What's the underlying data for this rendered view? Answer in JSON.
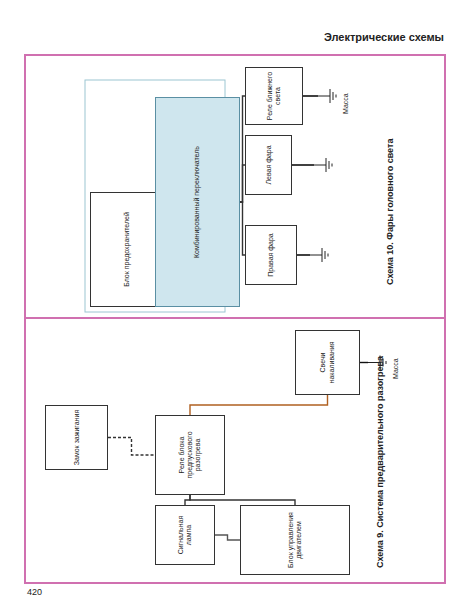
{
  "diagram": {
    "title": "Электрические схемы",
    "nodes": [
      {
        "text": [
          "Схема 10. Фары головного света"
        ]
      },
      {
        "text": [
          "Блок предохранителей"
        ],
        "in": 0
      },
      {
        "text": [
          "Комбинированный переключатель"
        ],
        "in": 0
      },
      {
        "text": [
          "Левая фара"
        ],
        "in": 0
      },
      {
        "text": [
          "Правая фара"
        ],
        "in": 0
      },
      {
        "text": [
          "Реле ближнего света"
        ],
        "in": 0
      },
      {
        "text": [
          "Схема 9. Система предварительного разогрева"
        ]
      },
      {
        "text": [
          "Замок зажигания"
        ],
        "in": 6
      },
      {
        "text": [
          "Реле блока предпускового разогрева"
        ],
        "in": 6
      },
      {
        "text": [
          "Сигнальная лампа"
        ],
        "in": 6
      },
      {
        "text": [
          "Свечи накаливания"
        ],
        "in": 6
      },
      {
        "text": [
          "Блок управления двигателем"
        ],
        "in": 6
      }
    ],
    "edges": [
      {
        "from": 1,
        "to": 2,
        "arrow": "none"
      },
      {
        "from": 2,
        "to": 3,
        "arrow": "none"
      },
      {
        "from": 2,
        "to": 4,
        "arrow": "none"
      },
      {
        "from": 2,
        "to": 5,
        "arrow": "none"
      },
      {
        "from": 7,
        "to": 8,
        "arrow": "none"
      },
      {
        "from": 8,
        "to": 9,
        "arrow": "none"
      },
      {
        "from": 8,
        "to": 10,
        "arrow": "none"
      },
      {
        "from": 9,
        "to": 11,
        "arrow": "none"
      },
      {
        "from": 8,
        "to": 11,
        "arrow": "none"
      }
    ],
    "labels": [
      "420",
      "Масса",
      "Масса"
    ]
  }
}
